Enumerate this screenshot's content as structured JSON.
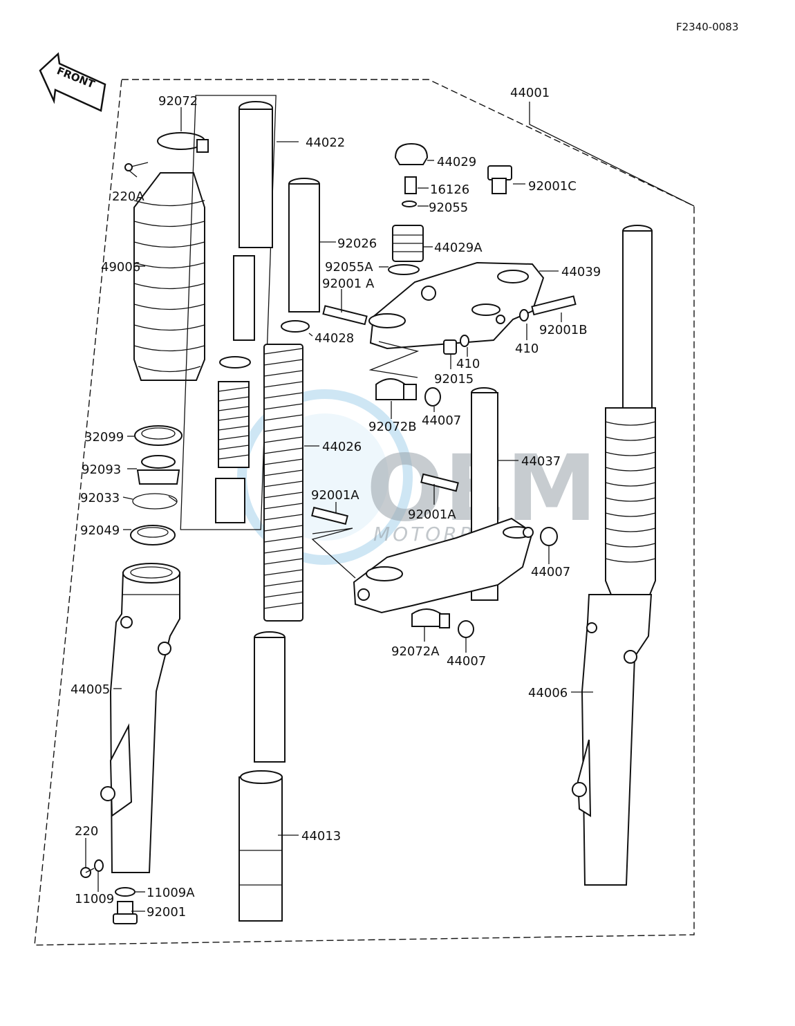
{
  "diagram_code": "F2340-0083",
  "front_label": "FRONT",
  "watermark": {
    "brand": "OEM",
    "sub": "MOTORPARTS"
  },
  "parts": {
    "p44001": "44001",
    "p92072": "92072",
    "p44022": "44022",
    "p220A": "220A",
    "p49006": "49006",
    "p44029": "44029",
    "p16126": "16126",
    "p92055": "92055",
    "p92001C": "92001C",
    "p92026": "92026",
    "p44029A": "44029A",
    "p92055A": "92055A",
    "p44039": "44039",
    "p92001A_top": "92001 A",
    "p92001B": "92001B",
    "p44028": "44028",
    "p410_a": "410",
    "p410_b": "410",
    "p92015": "92015",
    "p92072B": "92072B",
    "p44007_a": "44007",
    "p32099": "32099",
    "p44026": "44026",
    "p44037": "44037",
    "p92093": "92093",
    "p92001A_mid": "92001A",
    "p92033": "92033",
    "p92001A_right": "92001A",
    "p92049": "92049",
    "p44007_b": "44007",
    "p92072A": "92072A",
    "p44007_c": "44007",
    "p44005": "44005",
    "p44006": "44006",
    "p220": "220",
    "p44013": "44013",
    "p11009A": "11009A",
    "p11009": "11009",
    "p92001": "92001"
  }
}
